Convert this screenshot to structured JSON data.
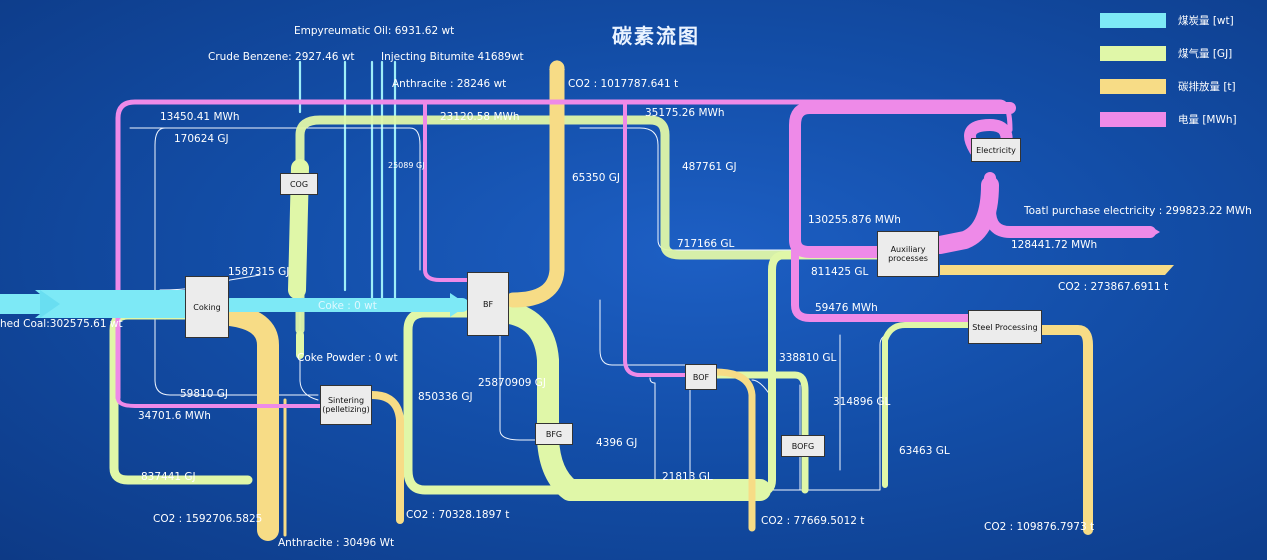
{
  "title": "碳素流图",
  "legend": [
    {
      "label": "煤炭量 [wt]",
      "color": "#7de9f6"
    },
    {
      "label": "煤气量 [GJ]",
      "color": "#e0f7a8"
    },
    {
      "label": "碳排放量 [t]",
      "color": "#f7dc86"
    },
    {
      "label": "电量 [MWh]",
      "color": "#ee8ae8"
    }
  ],
  "nodes": {
    "coking": "Coking",
    "cog": "COG",
    "sintering": "Sintering\n(pelletizing)",
    "bf": "BF",
    "bfg": "BFG",
    "bof": "BOF",
    "bofg": "BOFG",
    "electricity": "Electricity",
    "auxiliary": "Auxiliary\nprocesses",
    "steel": "Steel Processing"
  },
  "flows": {
    "washed_coal": "hed Coal:302575.61 wt",
    "empyreumatic_oil": "Empyreumatic Oil:  6931.62 wt",
    "crude_benzene": "Crude Benzene:  2927.46 wt",
    "injecting_bitumite": "Injecting Bitumite 41689wt",
    "anthracite_bf": "Anthracite : 28246 wt",
    "co2_bf": "CO2 : 1017787.641 t",
    "e_13450": "13450.41 MWh",
    "gj_170624": "170624 GJ",
    "e_23120": "23120.58 MWh",
    "e_35175": "35175.26 MWh",
    "gj_25089": "25089 GJ",
    "gj_487761": "487761 GJ",
    "gj_65350": "65350 GJ",
    "gj_1587315": "1587315 GJ",
    "coke": "Coke : 0 wt",
    "e_130255": "130255.876 MWh",
    "total_purchase": "Toatl purchase electricity : 299823.22 MWh",
    "gl_717166": "717166 GL",
    "e_128441": "128441.72 MWh",
    "gl_811425": "811425 GL",
    "co2_aux": "CO2 : 273867.6911 t",
    "e_59476": "59476 MWh",
    "coke_powder": "Coke Powder : 0 wt",
    "gl_338810": "338810 GL",
    "gj_59810": "59810 GJ",
    "gj_850336": "850336 GJ",
    "gj_25870909": "25870909 GJ",
    "gl_314896": "314896 GL",
    "e_34701": "34701.6 MWh",
    "gj_4396": "4396 GJ",
    "gl_63463": "63463 GL",
    "gj_837441": "837441 GJ",
    "gl_21813": "21813 GL",
    "co2_coking": "CO2 : 1592706.5825",
    "co2_sinter": "CO2 : 70328.1897 t",
    "co2_bof": "CO2 : 77669.5012 t",
    "co2_steel": "CO2 : 109876.7973 t",
    "anthracite_sinter": "Anthracite : 30496 Wt"
  }
}
